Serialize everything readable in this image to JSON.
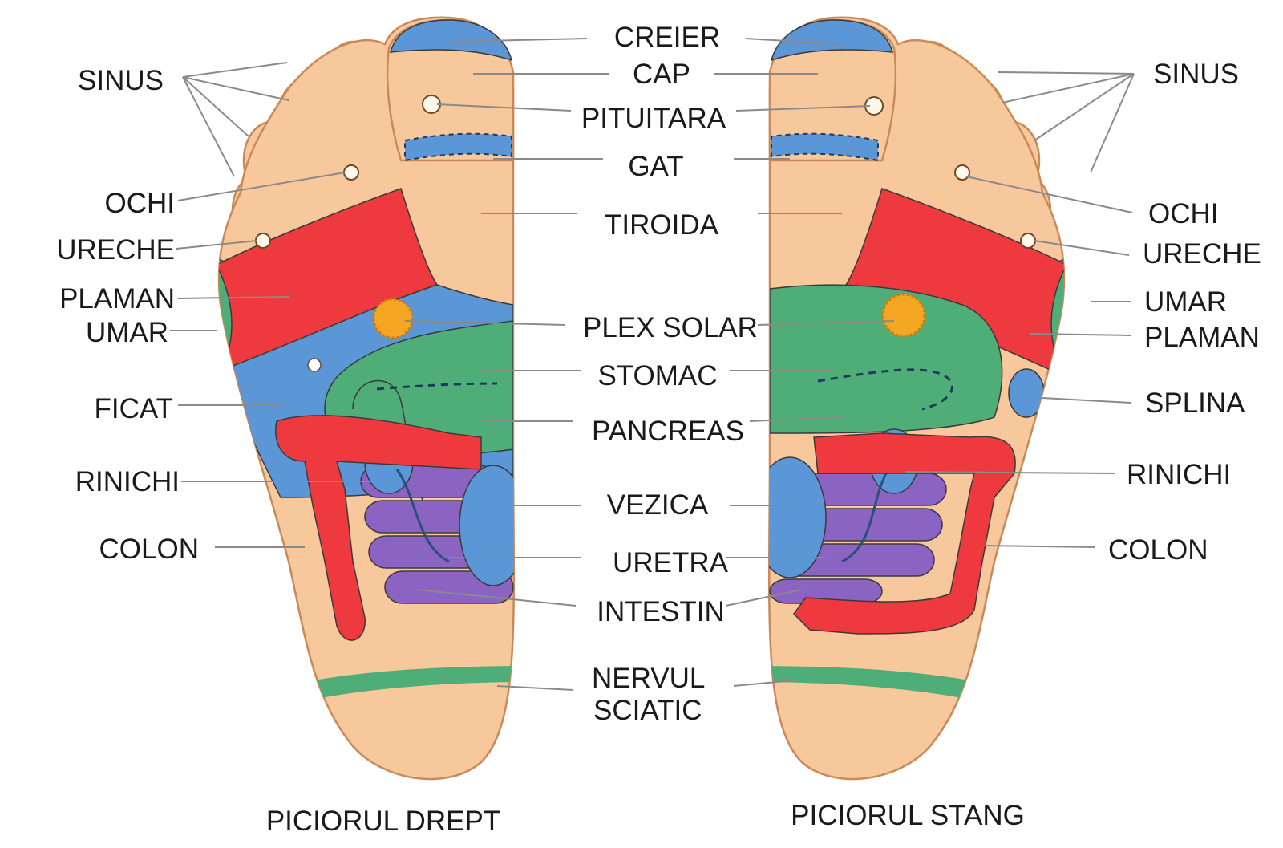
{
  "colors": {
    "skin": "#f7c89b",
    "skin_edge": "#c98a5a",
    "red": "#ee3a3f",
    "blue": "#5b96d6",
    "green": "#4fae78",
    "purple": "#8a63c3",
    "orange": "#f5a623",
    "leader": "#8a8a8a"
  },
  "labels": {
    "left": {
      "sinus": "SINUS",
      "ochi": "OCHI",
      "ureche": "URECHE",
      "plaman": "PLAMAN",
      "umar": "UMAR",
      "ficat": "FICAT",
      "rinichi": "RINICHI",
      "colon": "COLON"
    },
    "center": {
      "creier": "CREIER",
      "cap": "CAP",
      "pituitara": "PITUITARA",
      "gat": "GAT",
      "tiroida": "TIROIDA",
      "plex_solar": "PLEX SOLAR",
      "stomac": "STOMAC",
      "pancreas": "PANCREAS",
      "vezica": "VEZICA",
      "uretra": "URETRA",
      "intestin": "INTESTIN",
      "nervul": "NERVUL",
      "sciatic": "SCIATIC"
    },
    "right": {
      "sinus": "SINUS",
      "ochi": "OCHI",
      "ureche": "URECHE",
      "umar": "UMAR",
      "plaman": "PLAMAN",
      "splina": "SPLINA",
      "rinichi": "RINICHI",
      "colon": "COLON"
    }
  },
  "captions": {
    "right_foot": "PICIORUL DREPT",
    "left_foot": "PICIORUL STANG"
  }
}
